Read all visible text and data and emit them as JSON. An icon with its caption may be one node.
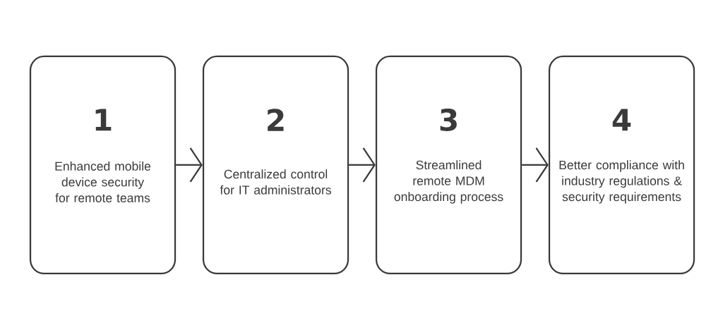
{
  "diagram": {
    "nodes": [
      {
        "text": [
          "1",
          "Enhanced mobile device security for remote teams"
        ]
      },
      {
        "text": [
          "2",
          "Centralized control for IT administrators"
        ]
      },
      {
        "text": [
          "3",
          "Streamlined remote MDM onboarding process"
        ]
      },
      {
        "text": [
          "4",
          "Better compliance with industry regulations & security requirements"
        ]
      }
    ],
    "edges": [
      {
        "from": 0,
        "to": 1,
        "arrow": "to"
      },
      {
        "from": 1,
        "to": 2,
        "arrow": "to"
      },
      {
        "from": 2,
        "to": 3,
        "arrow": "to"
      }
    ]
  }
}
